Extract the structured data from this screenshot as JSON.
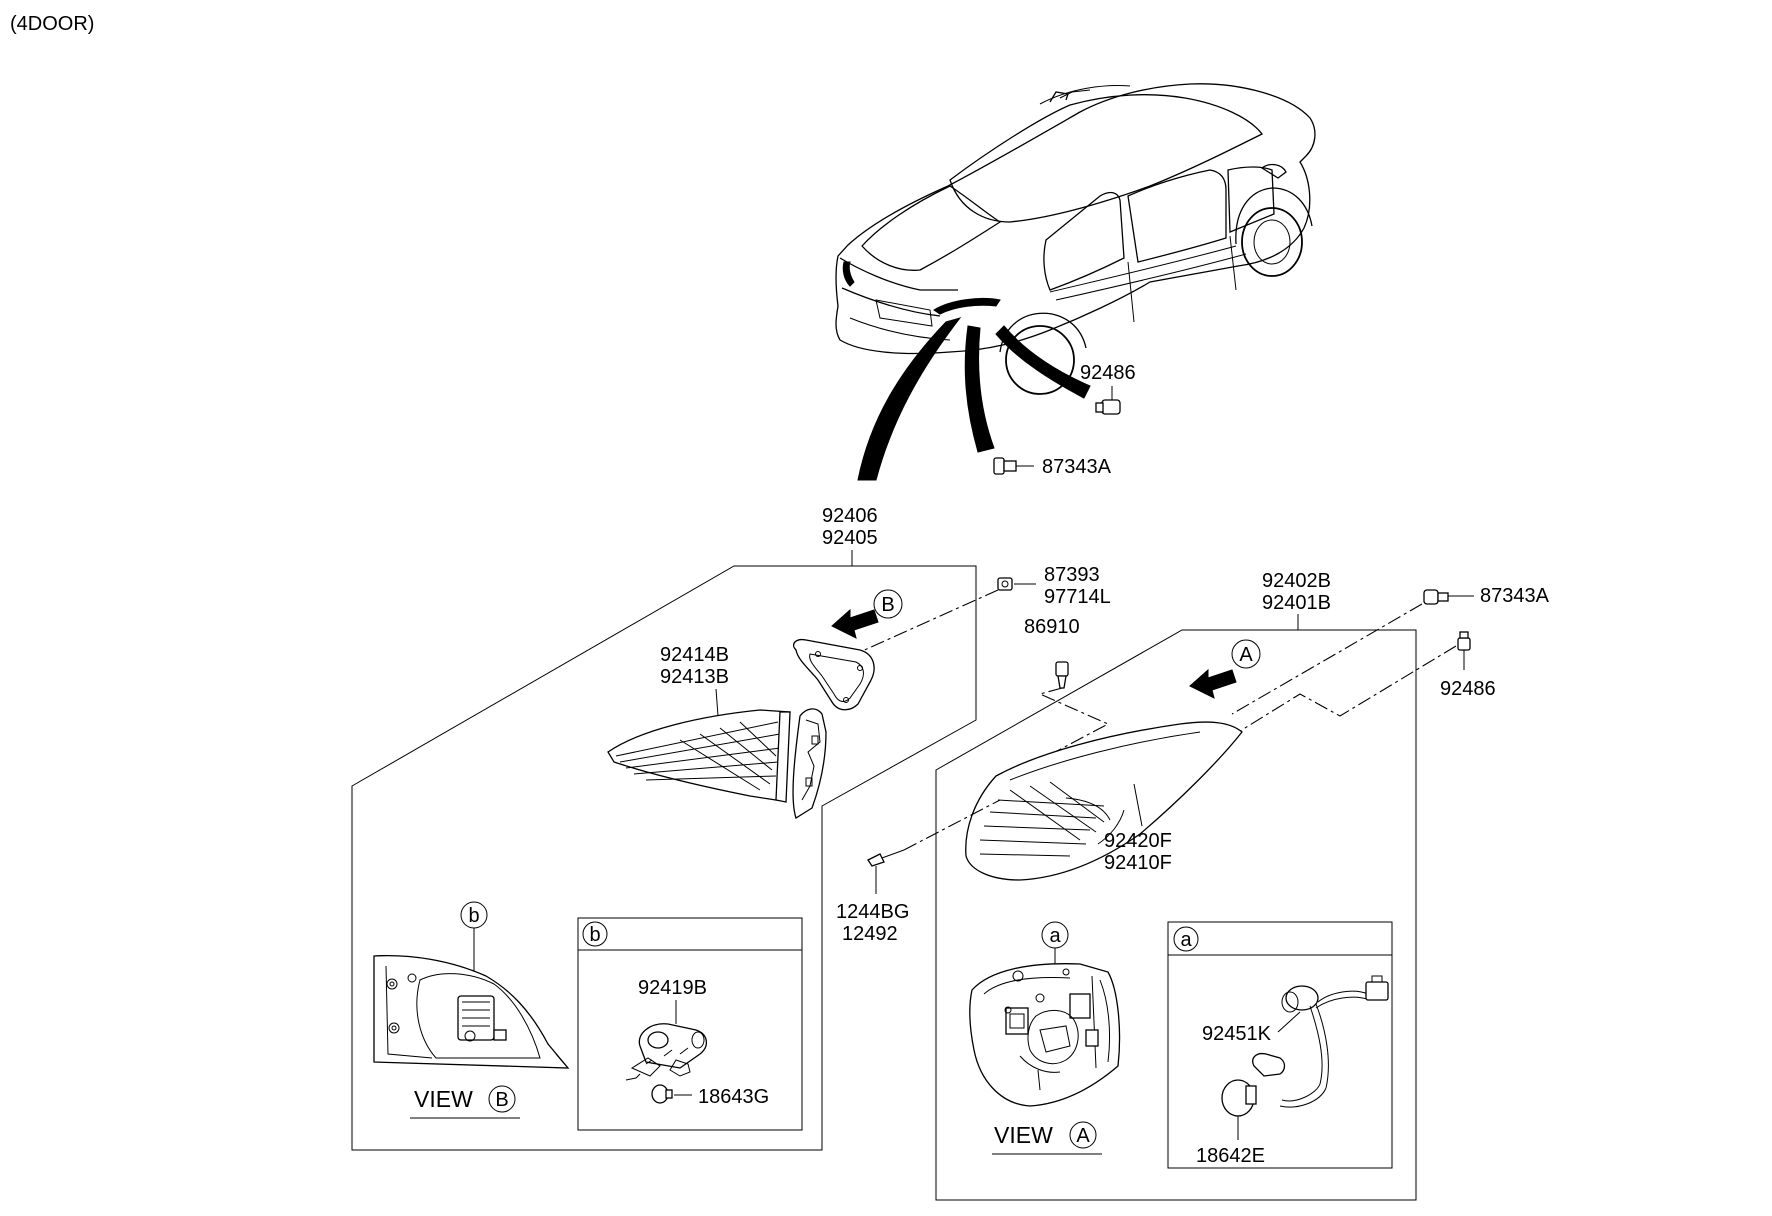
{
  "header": {
    "variant": "(4DOOR)"
  },
  "callouts": {
    "bolt_top": "92486",
    "screw_top": "87343A",
    "outer_lamp_rh": "92406",
    "outer_lamp_lh": "92405",
    "nut_1": "87393",
    "nut_2": "97714L",
    "inner_lamp_a": "92414B",
    "inner_lamp_b": "92413B",
    "assy_a": "92402B",
    "assy_b": "92401B",
    "clip": "86910",
    "screw_right": "87343A",
    "bolt_right": "92486",
    "lens_a": "92420F",
    "lens_b": "92410F",
    "screw_left_a": "1244BG",
    "screw_left_b": "12492",
    "socket_b": "92419B",
    "bulb_b": "18643G",
    "socket_a": "92451K",
    "bulb_a": "18642E"
  },
  "markers": {
    "view_b_ref": "B",
    "view_a_ref": "A",
    "detail_b": "b",
    "detail_a": "a"
  },
  "views": {
    "view_b_word": "VIEW",
    "view_b_letter": "B",
    "view_a_word": "VIEW",
    "view_a_letter": "A"
  }
}
